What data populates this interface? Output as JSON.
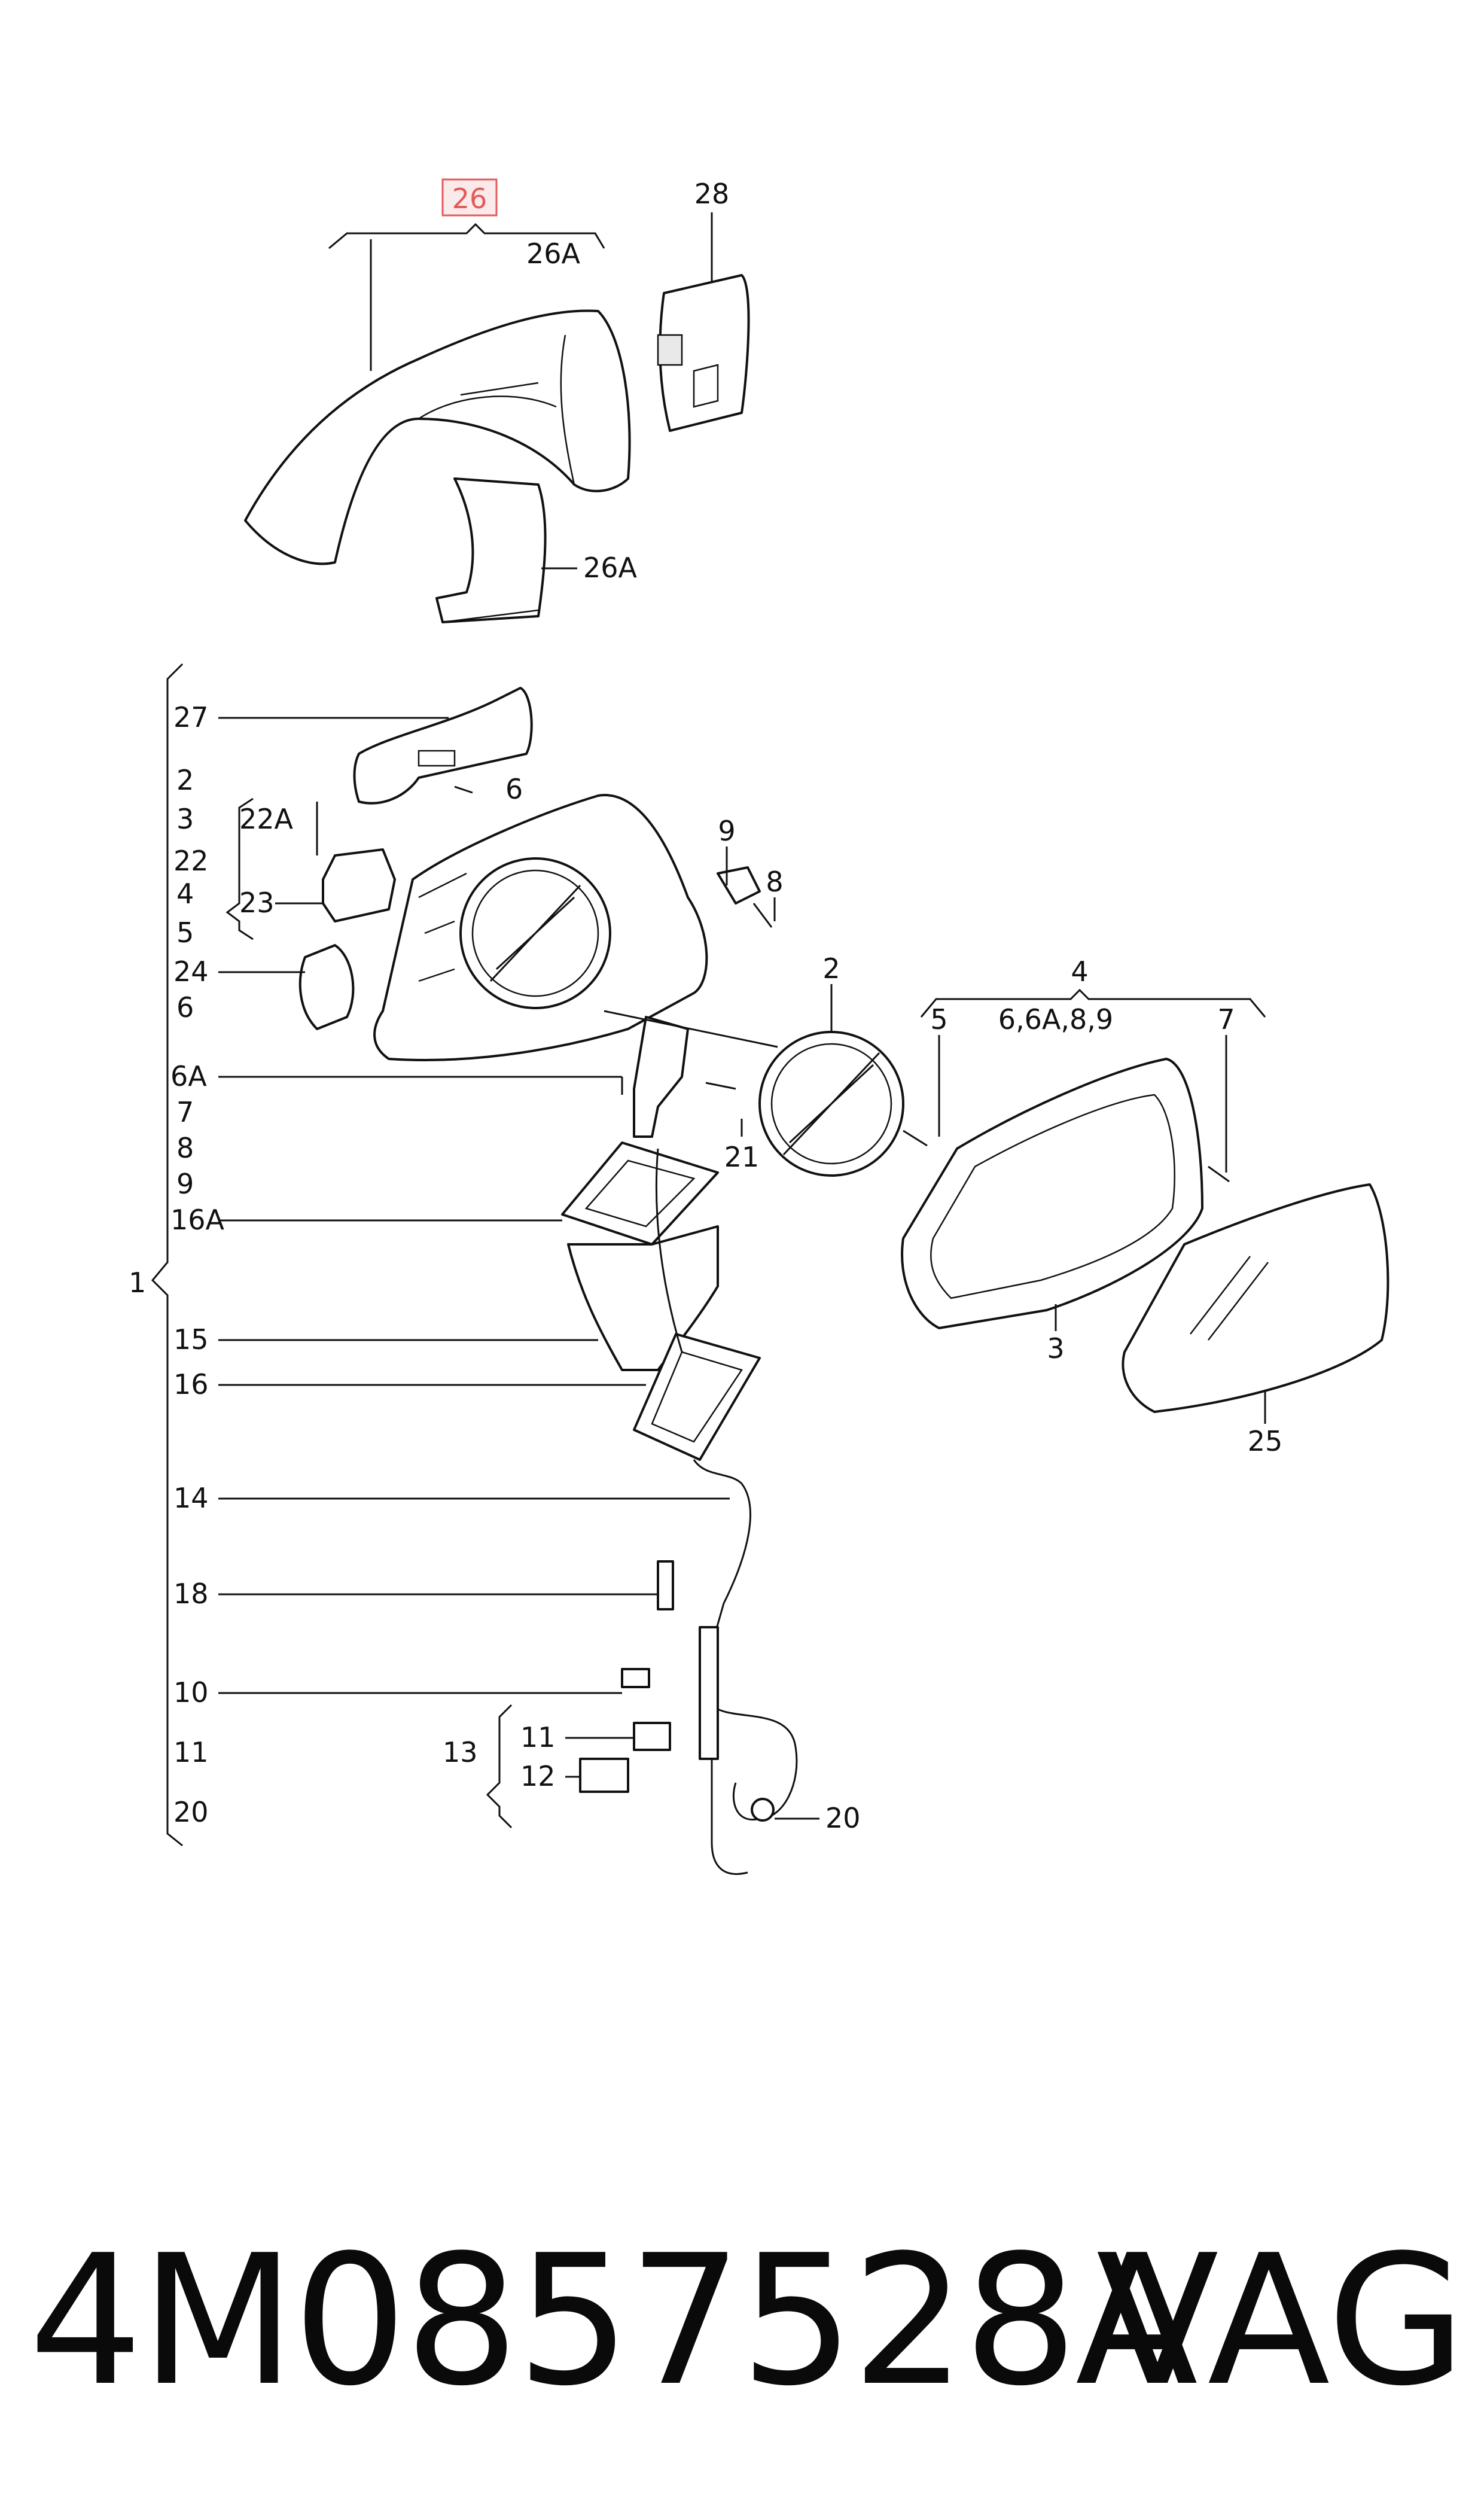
{
  "callouts": {
    "c26": "26",
    "c26A_top": "26A",
    "c28": "28",
    "c26A_side": "26A",
    "c27": "27",
    "c2_left": "2",
    "c3_left": "3",
    "c22": "22",
    "c22A": "22A",
    "c4_left": "4",
    "c23": "23",
    "c5_left": "5",
    "c24": "24",
    "c6_left": "6",
    "c6A": "6A",
    "c7_left": "7",
    "c8_left": "8",
    "c9_left": "9",
    "c16A": "16A",
    "c1": "1",
    "c15": "15",
    "c16": "16",
    "c14": "14",
    "c18": "18",
    "c10": "10",
    "c11_left": "11",
    "c20_left": "20",
    "c13": "13",
    "c11_group": "11",
    "c12": "12",
    "c20_right": "20",
    "c6_screw": "6",
    "c9_right": "9",
    "c8_right": "8",
    "c21": "21",
    "c2_right": "2",
    "c4_right": "4",
    "c5_right": "5",
    "c6_group": "6,6A,8,9",
    "c7_right": "7",
    "c3_right": "3",
    "c25": "25"
  },
  "highlight_color": "#e35a5a",
  "footer": {
    "part_number": "4M0857528A",
    "brand": "VAG"
  }
}
